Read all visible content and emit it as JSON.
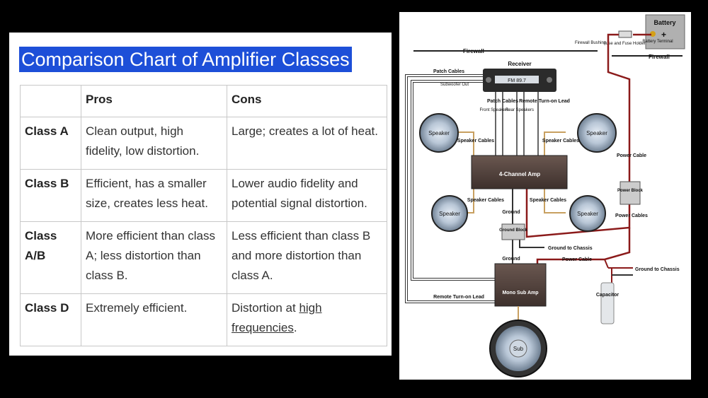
{
  "table": {
    "title": "Comparison Chart of Amplifier Classes",
    "headers": [
      "",
      "Pros",
      "Cons"
    ],
    "rows": [
      {
        "cls": "Class A",
        "pros": "Clean output, high fidelity, low distortion.",
        "cons": "Large; creates a lot of heat."
      },
      {
        "cls": "Class B",
        "pros": "Efficient, has a smaller size, creates less heat.",
        "cons": "Lower audio fidelity and potential signal distortion."
      },
      {
        "cls": "Class A/B",
        "pros": "More efficient than class A; less distortion than class B.",
        "cons": "Less efficient than class B and more distortion than class A."
      },
      {
        "cls": "Class D",
        "pros": "Extremely efficient.",
        "cons_prefix": "Distortion at ",
        "cons_link": "high frequencies",
        "cons_suffix": "."
      }
    ]
  },
  "diagram": {
    "battery": "Battery",
    "battery_plus": "+",
    "battery_terminal": "Battery Terminal",
    "fuse": "Fuse and Fuse Holder",
    "firewall_bushing": "Firewall Bushing",
    "firewall_left": "Firewall",
    "firewall_right": "Firewall",
    "receiver": "Receiver",
    "receiver_display": "FM 89.7",
    "patch_cables_left": "Patch Cables",
    "subwoofer_out": "Subwoofer Out",
    "patch_cables": "Patch Cables",
    "front_speakers": "Front Speakers",
    "rear_speakers": "Rear Speakers",
    "remote_turn_on_top": "Remote Turn-on Lead",
    "speaker": "Speaker",
    "speaker_cables": "Speaker Cables",
    "amp_4ch": "4-Channel Amp",
    "ground": "Ground",
    "ground_block": "Ground Block",
    "ground_to_chassis": "Ground to Chassis",
    "power_cable": "Power Cable",
    "power_block": "Power Block",
    "power_cables": "Power Cables",
    "mono_amp": "Mono Sub Amp",
    "remote_turn_on_bottom": "Remote Turn-on Lead",
    "capacitor": "Capacitor",
    "sub": "Sub"
  }
}
